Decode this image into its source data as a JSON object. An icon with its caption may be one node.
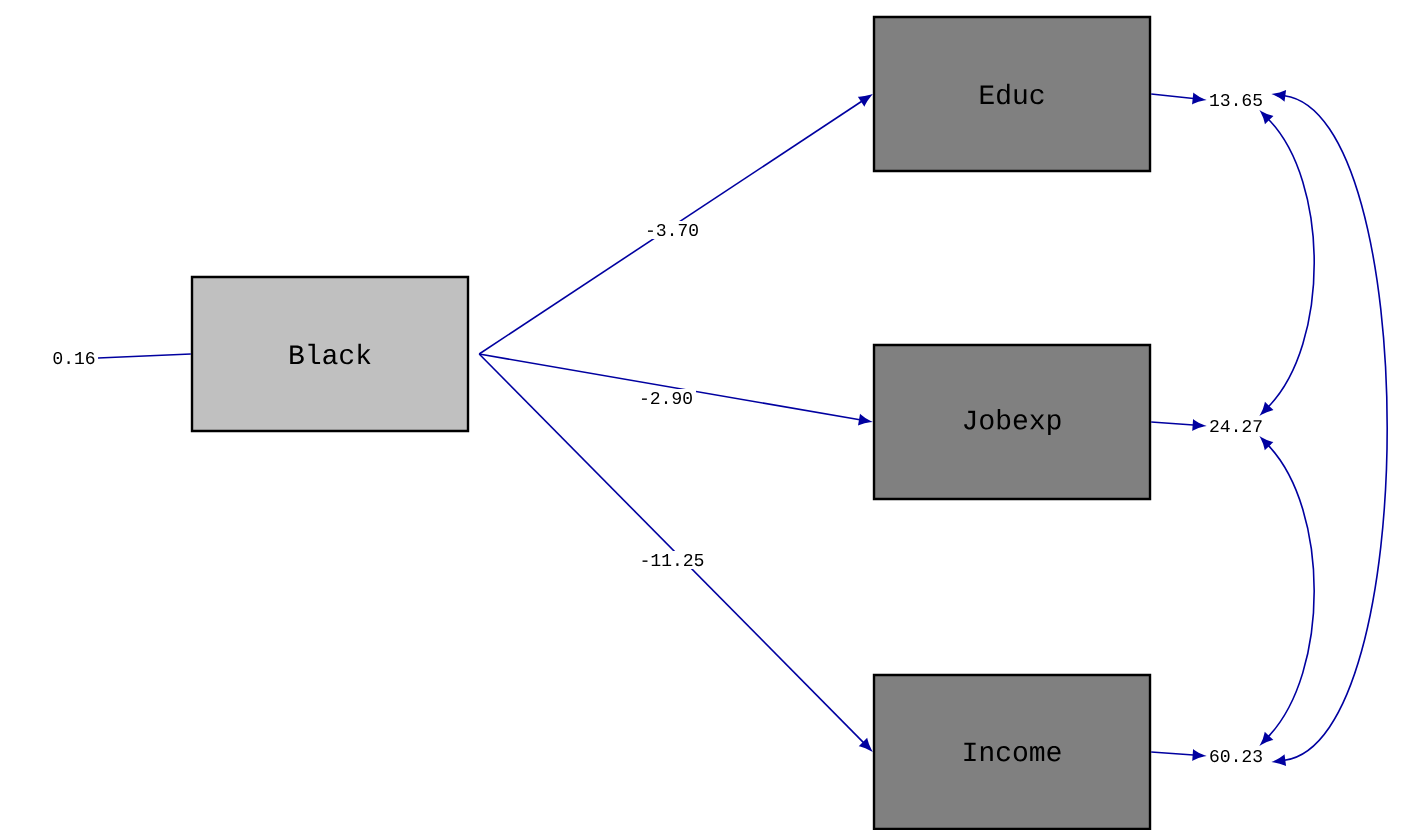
{
  "diagram": {
    "nodes": [
      {
        "text": [
          "Black"
        ]
      },
      {
        "text": [
          "Educ"
        ]
      },
      {
        "text": [
          "Jobexp"
        ]
      },
      {
        "text": [
          "Income"
        ]
      },
      {
        "text": [
          "0.16"
        ]
      },
      {
        "text": [
          "13.65"
        ]
      },
      {
        "text": [
          "24.27"
        ]
      },
      {
        "text": [
          "60.23"
        ]
      }
    ],
    "edges": [
      {
        "from": 4,
        "to": 0,
        "arrow": "none"
      },
      {
        "from": 0,
        "to": 1,
        "arrow": "to",
        "label": "-3.70"
      },
      {
        "from": 0,
        "to": 2,
        "arrow": "to",
        "label": "-2.90"
      },
      {
        "from": 0,
        "to": 3,
        "arrow": "to",
        "label": "-11.25"
      },
      {
        "from": 1,
        "to": 5,
        "arrow": "to"
      },
      {
        "from": 2,
        "to": 6,
        "arrow": "to"
      },
      {
        "from": 3,
        "to": 7,
        "arrow": "to"
      },
      {
        "from": 5,
        "to": 6,
        "arrow": "both"
      },
      {
        "from": 6,
        "to": 7,
        "arrow": "both"
      },
      {
        "from": 5,
        "to": 7,
        "arrow": "both"
      }
    ]
  }
}
